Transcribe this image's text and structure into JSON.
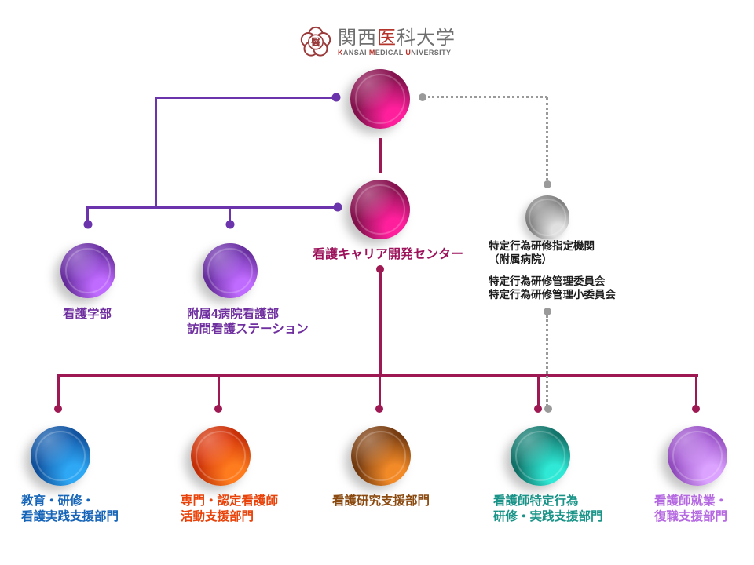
{
  "logo": {
    "jp_pre": "関西",
    "jp_red": "医",
    "jp_post": "科大学",
    "en_k": "K",
    "en_ansai": "ANSAI ",
    "en_m": "M",
    "en_edical": "EDICAL ",
    "en_u": "U",
    "en_niversity": "NIVERSITY",
    "crest_char": "醫"
  },
  "nodes": {
    "center": {
      "label": "看護キャリア開発センター"
    },
    "faculty": {
      "label": "看護学部"
    },
    "hospitals": {
      "label": "附属4病院看護部\n訪問看護ステーション"
    },
    "designated": {
      "label": "特定行為研修指定機関\n（附属病院）"
    },
    "committees": {
      "label": "特定行為研修管理委員会\n特定行為研修管理小委員会"
    },
    "dept_education": {
      "label": "教育・研修・\n看護実践支援部門"
    },
    "dept_certified": {
      "label": "専門・認定看護師\n活動支援部門"
    },
    "dept_research": {
      "label": "看護研究支援部門"
    },
    "dept_tokutei": {
      "label": "看護師特定行為\n研修・実践支援部門"
    },
    "dept_employment": {
      "label": "看護師就業・\n復職支援部門"
    }
  },
  "colors": {
    "purple_line": "#6b34ad",
    "maroon_line": "#9e1853",
    "gray_line": "#9a9a9a",
    "maroon_mid": "#96175a",
    "maroon_dark": "#6e0c3f",
    "maroon_bright": "#ff1f9c",
    "purple_mid": "#7a3cba",
    "purple_dark": "#53207d",
    "purple_bright": "#c06bff",
    "gray_mid": "#8d8d8d",
    "gray_dark": "#6e6e6e",
    "gray_bright": "#e0e0e0",
    "blue_mid": "#1662b4",
    "blue_dark": "#0c3f83",
    "blue_bright": "#2ea8f5",
    "orange_mid": "#e03a0c",
    "orange_dark": "#a52404",
    "orange_bright": "#ff7c1e",
    "brown_mid": "#8a4816",
    "brown_dark": "#5c2b08",
    "brown_bright": "#f28a28",
    "teal_mid": "#17877c",
    "teal_dark": "#0c5a52",
    "teal_bright": "#2fe9d6",
    "violet_mid": "#a960d8",
    "violet_dark": "#7c3aa5",
    "violet_bright": "#dba2ff",
    "label_center": "#9c135b",
    "label_purple": "#7030a0",
    "label_black": "#1c1c1c",
    "label_blue": "#1665b8",
    "label_orange": "#e8430a",
    "label_brown": "#8a4a10",
    "label_teal": "#1a9488",
    "label_violet": "#b66ae2",
    "logo_red": "#b5342c",
    "logo_gray": "#6f6f6f"
  }
}
